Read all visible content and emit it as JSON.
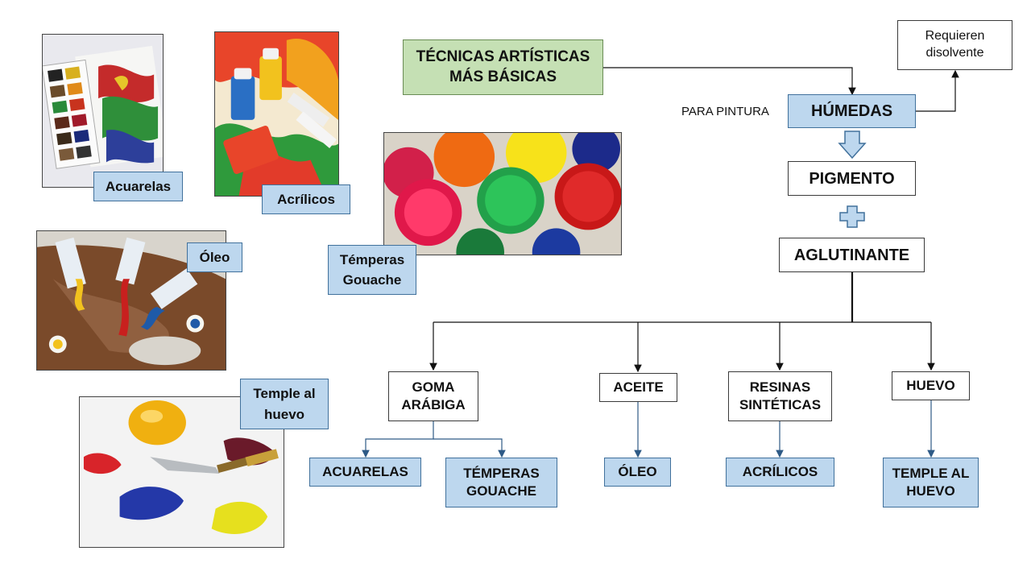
{
  "title": "TÉCNICAS ARTÍSTICAS MÁS BÁSICAS",
  "humedas": {
    "prefix": "PARA PINTURA",
    "label": "HÚMEDAS"
  },
  "requieren": "Requieren disolvente",
  "pigmento": "PIGMENTO",
  "aglutinante": "AGLUTINANTE",
  "binders": [
    "GOMA ARÁBIGA",
    "ACEITE",
    "RESINAS SINTÉTICAS",
    "HUEVO"
  ],
  "results": [
    "ACUARELAS",
    "TÉMPERAS GOUACHE",
    "ÓLEO",
    "ACRÍLICOS",
    "TEMPLE AL HUEVO"
  ],
  "photos": {
    "acuarelas": "Acuarelas",
    "acrilicos": "Acrílicos",
    "temperas": "Témperas Gouache",
    "oleo": "Óleo",
    "temple": "Temple al huevo"
  },
  "icons": [
    "down-arrow-icon",
    "plus-icon"
  ]
}
